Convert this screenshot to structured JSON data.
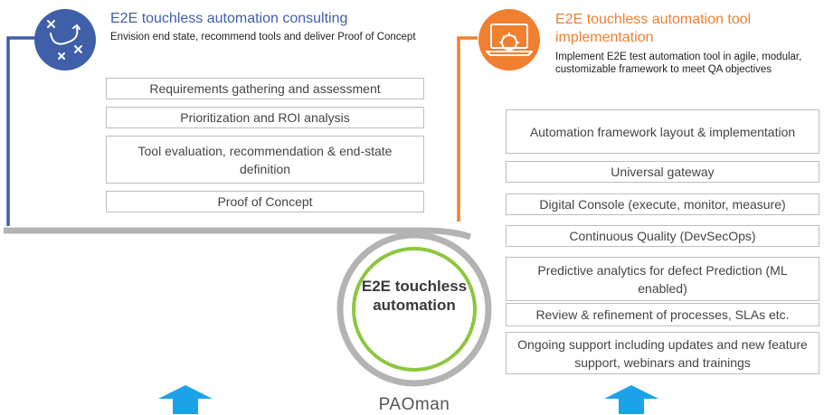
{
  "consulting": {
    "title": "E2E touchless automation consulting",
    "description": "Envision end state, recommend tools and deliver Proof of Concept",
    "icon": "strategy-play-icon",
    "color": "#3f5fa8",
    "items": [
      "Requirements gathering and assessment",
      "Prioritization and ROI analysis",
      "Tool evaluation, recommendation & end-state definition",
      "Proof of Concept"
    ]
  },
  "implementation": {
    "title": "E2E touchless automation tool implementation",
    "description": "Implement E2E test automation tool in agile, modular, customizable framework to meet QA objectives",
    "icon": "laptop-gear-icon",
    "color": "#f07f2f",
    "items": [
      "Automation framework layout & implementation",
      "Universal gateway",
      "Digital Console (execute, monitor, measure)",
      "Continuous Quality (DevSecOps)",
      "Predictive analytics for defect Prediction (ML enabled)",
      "Review & refinement of processes, SLAs etc.",
      "Ongoing support including updates and new feature support, webinars and trainings"
    ]
  },
  "center": {
    "label": "E2E touchless automation",
    "ring_color": "#8dc63f",
    "brand": "PAOman"
  },
  "arrows": {
    "color": "#1aa3e8"
  }
}
